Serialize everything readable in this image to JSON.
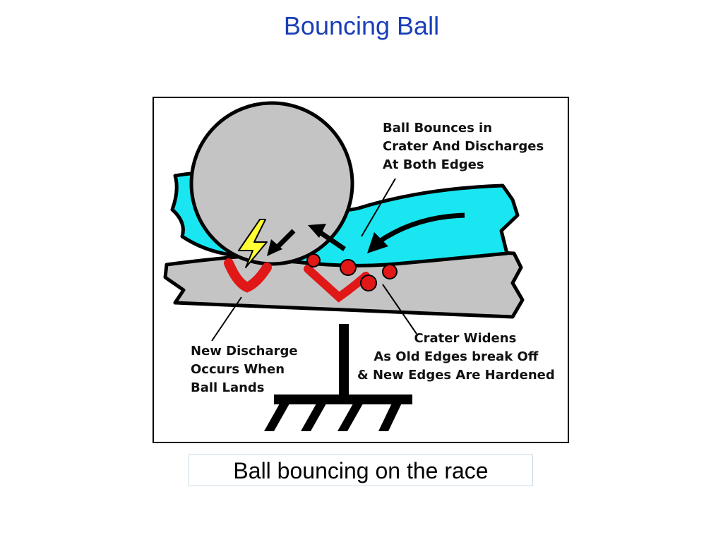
{
  "slide": {
    "title": "Bouncing Ball",
    "caption": "Ball bouncing on the race"
  },
  "diagram": {
    "label_top": [
      "Ball Bounces in",
      "Crater And Discharges",
      "At Both Edges"
    ],
    "label_left": [
      "New Discharge",
      "Occurs When",
      "Ball Lands"
    ],
    "label_right": [
      "Crater Widens",
      "As Old Edges break Off",
      "& New Edges Are Hardened"
    ]
  },
  "colors": {
    "title": "#1a3fb8",
    "ball": "#c4c4c4",
    "race": "#c4c4c4",
    "lubricant": "#19e6f0",
    "crater": "#e01818",
    "spark": "#ffff33"
  }
}
